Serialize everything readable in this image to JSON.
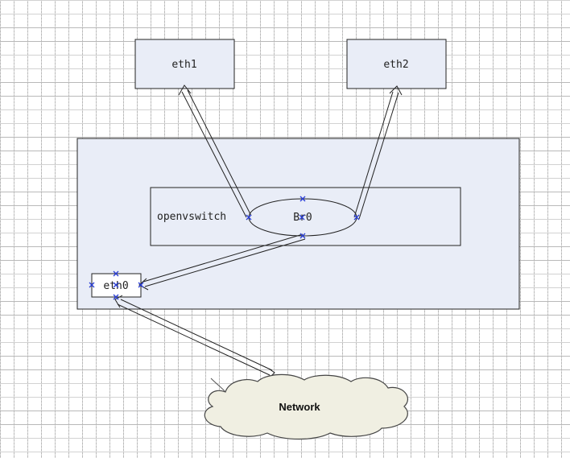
{
  "nodes": {
    "eth1": {
      "label": "eth1"
    },
    "eth2": {
      "label": "eth2"
    },
    "openvswitch": {
      "label": "openvswitch"
    },
    "bridge": {
      "label": "Br0"
    },
    "eth0": {
      "label": "eth0"
    },
    "network": {
      "label": "Network"
    }
  },
  "edges": [
    {
      "from": "bridge",
      "to": "eth1"
    },
    {
      "from": "bridge",
      "to": "eth2"
    },
    {
      "from": "bridge",
      "to": "eth0"
    },
    {
      "from": "network",
      "to": "eth0"
    }
  ],
  "colors": {
    "box_fill": "#e9edf7",
    "stroke": "#222222",
    "cloud_fill": "#f0efe2",
    "handle": "#2b3fd6"
  }
}
